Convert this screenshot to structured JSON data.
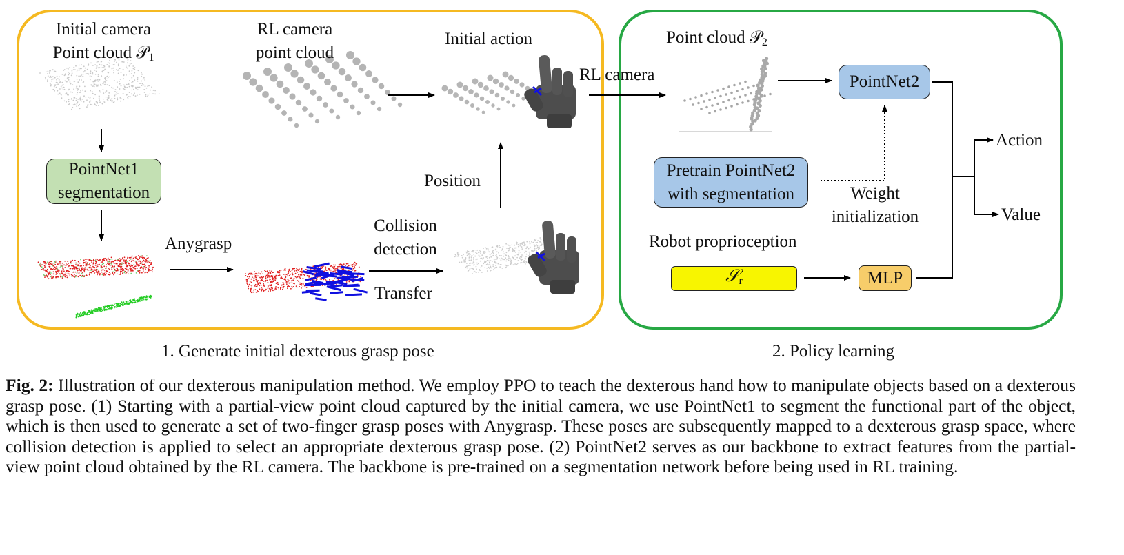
{
  "panel1": {
    "initial_camera_line1": "Initial camera",
    "initial_camera_line2": "Point cloud 𝒫",
    "initial_camera_sub": "1",
    "rl_camera_line1": "RL camera",
    "rl_camera_line2": "point cloud",
    "initial_action": "Initial action",
    "pointnet1_line1": "PointNet1",
    "pointnet1_line2": "segmentation",
    "anygrasp": "Anygrasp",
    "collision_line1": "Collision",
    "collision_line2": "detection",
    "transfer": "Transfer",
    "position": "Position",
    "caption": "1. Generate initial dexterous grasp pose"
  },
  "panel2": {
    "rl_camera": "RL camera",
    "point_cloud_p2": "Point cloud 𝒫",
    "point_cloud_sub": "2",
    "pointnet2": "PointNet2",
    "pretrain_line1": "Pretrain PointNet2",
    "pretrain_line2": "with segmentation",
    "weight_line1": "Weight",
    "weight_line2": "initialization",
    "robot_proprioception": "Robot proprioception",
    "sr_symbol": "𝒮",
    "sr_sub": "r",
    "mlp": "MLP",
    "action": "Action",
    "value": "Value",
    "caption": "2. Policy learning"
  },
  "figure_caption": {
    "label": "Fig. 2:",
    "text": "Illustration of our dexterous manipulation method. We employ PPO to teach the dexterous hand how to manipulate objects based on a dexterous grasp pose. (1) Starting with a partial-view point cloud captured by the initial camera, we use PointNet1 to segment the functional part of the object, which is then used to generate a set of two-finger grasp poses with Anygrasp. These poses are subsequently mapped to a dexterous grasp space, where collision detection is applied to select an appropriate dexterous grasp pose. (2) PointNet2 serves as our backbone to extract features from the partial-view point cloud obtained by the RL camera. The backbone is pre-trained on a segmentation network before being used in RL training."
  },
  "colors": {
    "panel1_border": "#f5b921",
    "panel2_border": "#27a844",
    "pointnet1_fill": "#c3e0b3",
    "pointnet2_fill": "#a7c7e8",
    "sr_fill": "#f8f500",
    "mlp_fill": "#f7cd6a",
    "segment_red": "#e02020",
    "segment_green": "#22cc22",
    "grasp_blue": "#1010e0",
    "cloud_gray": "#b8b8b8"
  }
}
